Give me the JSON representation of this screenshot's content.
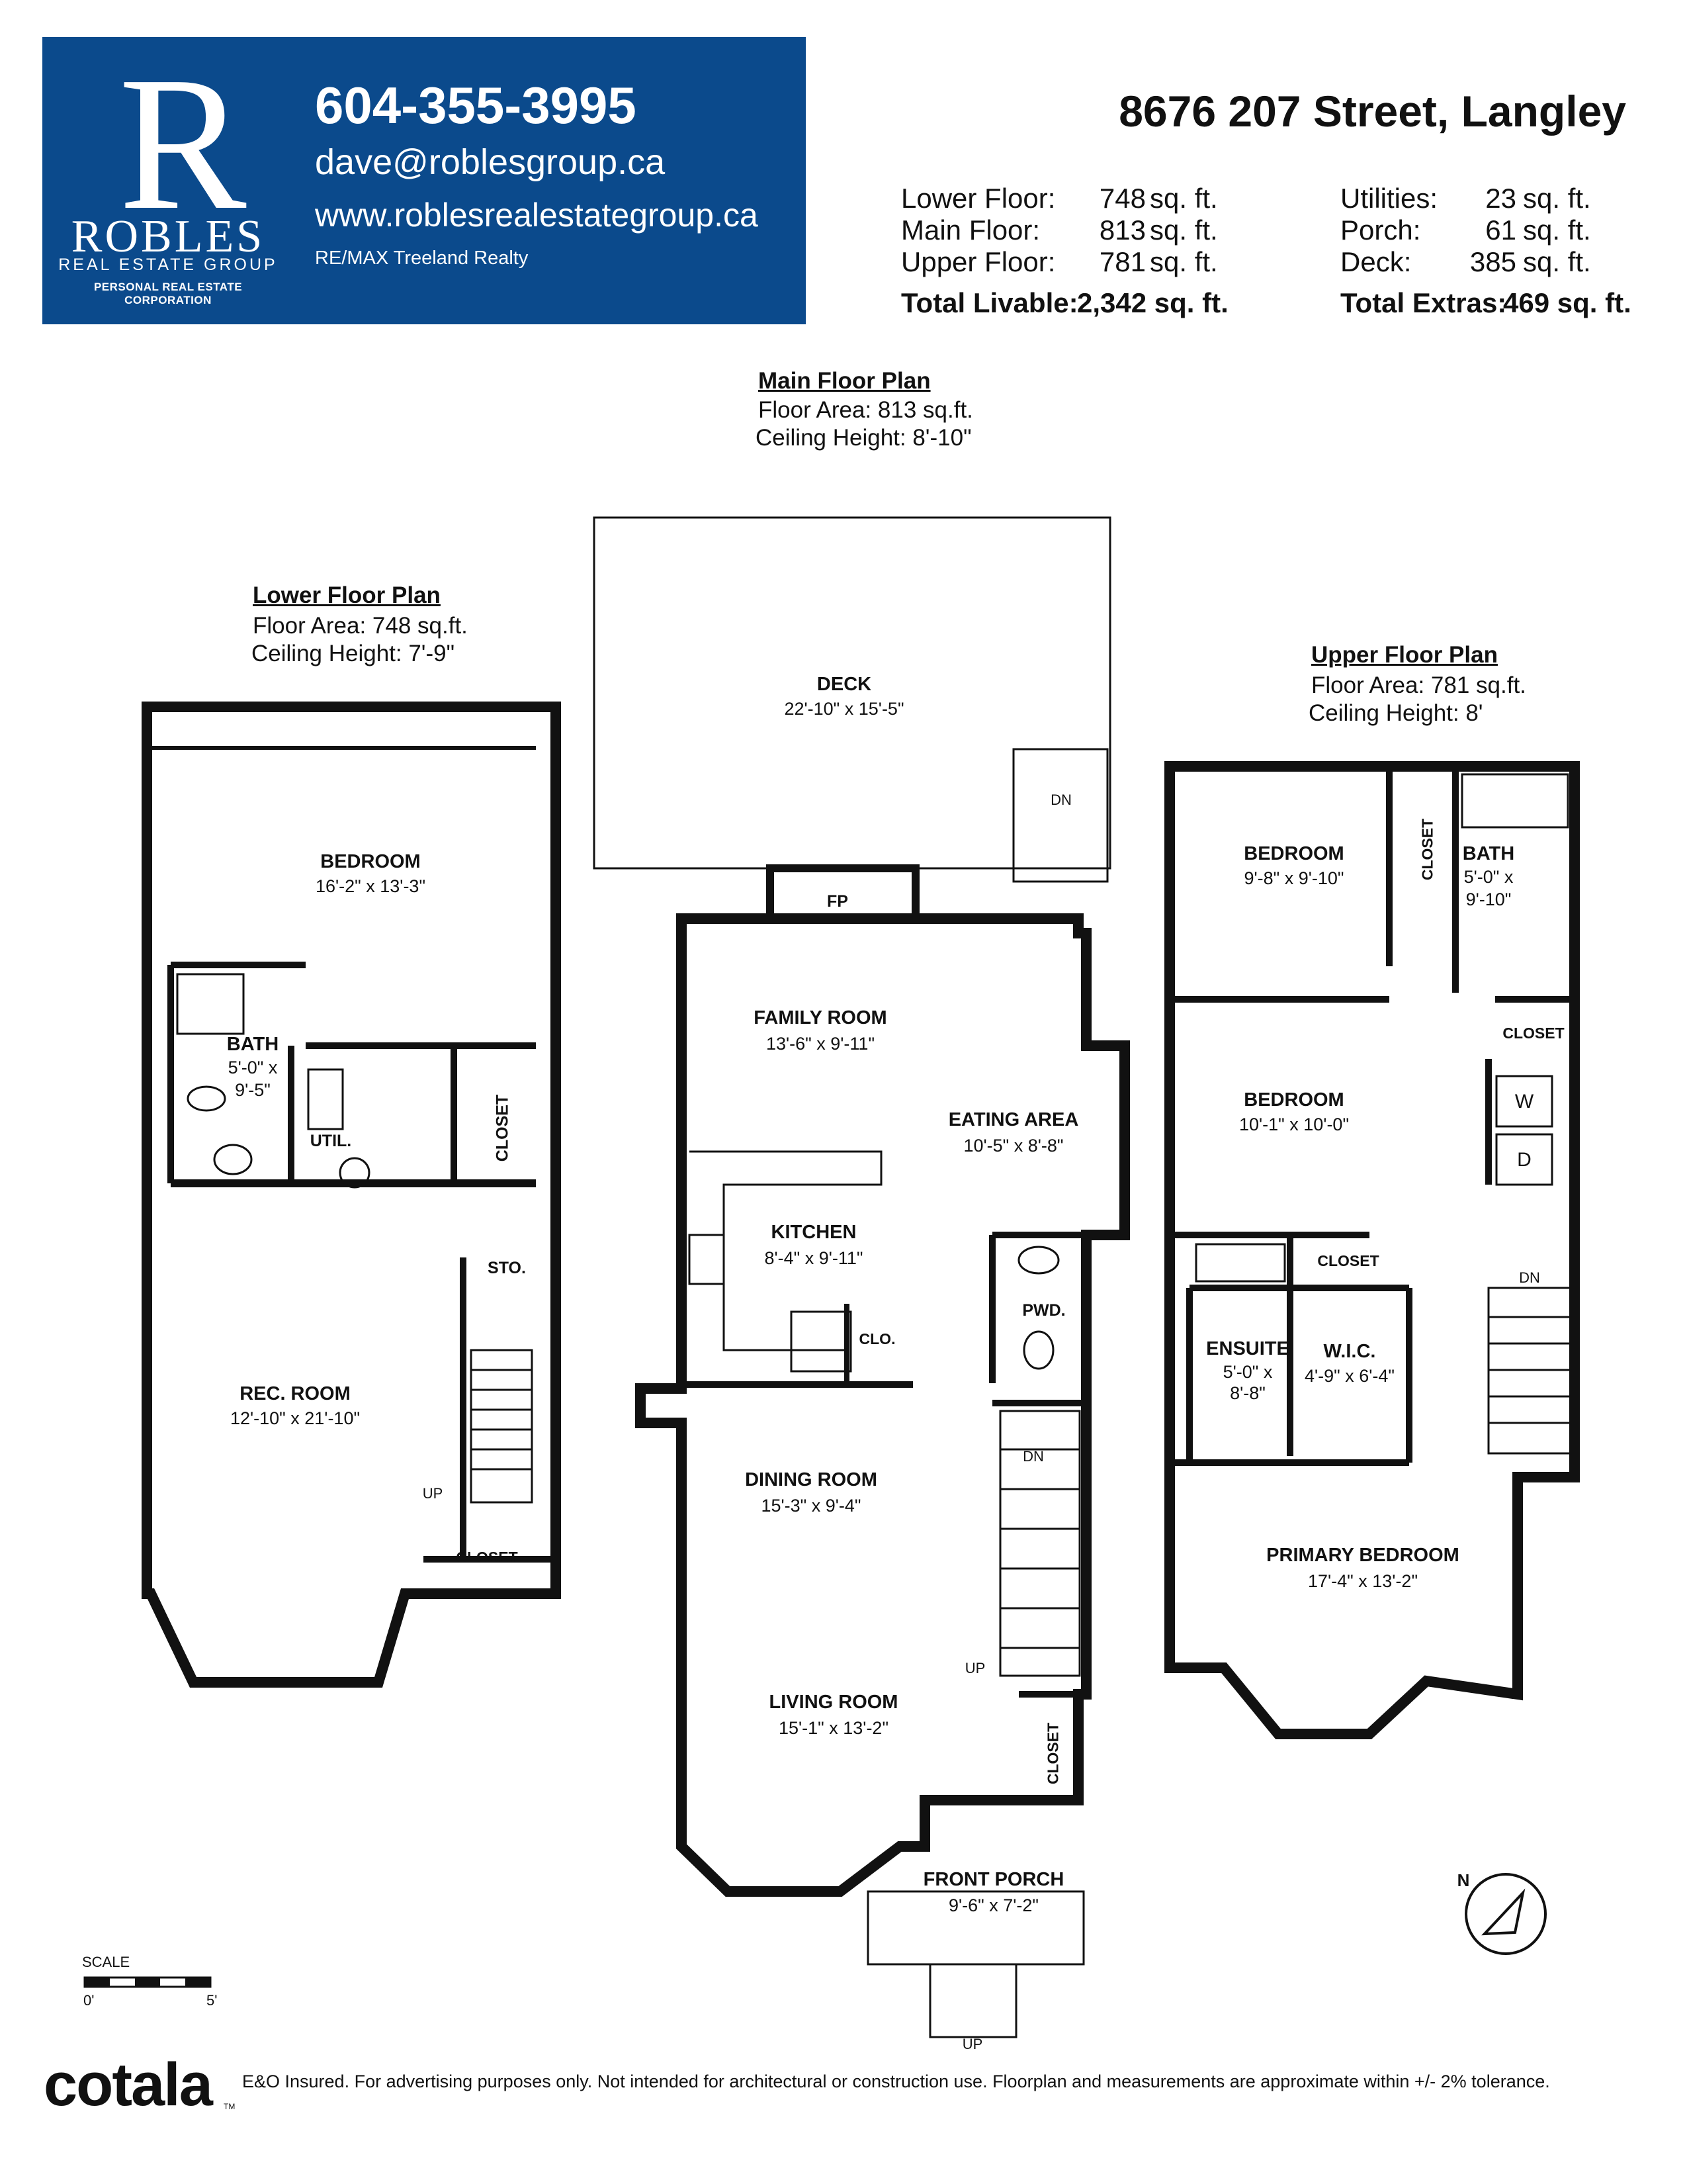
{
  "header": {
    "brand_letter": "R",
    "brand_name": "ROBLES",
    "brand_sub": "REAL ESTATE GROUP",
    "brand_corp": "PERSONAL REAL ESTATE CORPORATION",
    "phone": "604-355-3995",
    "email": "dave@roblesgroup.ca",
    "website": "www.roblesrealestategroup.ca",
    "brokerage": "RE/MAX Treeland Realty",
    "banner_color": "#0b4a8c"
  },
  "address": "8676 207 Street, Langley",
  "areas": {
    "livable": [
      {
        "label": "Lower Floor:",
        "value": "748",
        "unit": "sq. ft."
      },
      {
        "label": "Main Floor:",
        "value": "813",
        "unit": "sq. ft."
      },
      {
        "label": "Upper Floor:",
        "value": "781",
        "unit": "sq. ft."
      }
    ],
    "extras": [
      {
        "label": "Utilities:",
        "value": "23",
        "unit": "sq. ft."
      },
      {
        "label": "Porch:",
        "value": "61",
        "unit": "sq. ft."
      },
      {
        "label": "Deck:",
        "value": "385",
        "unit": "sq. ft."
      }
    ],
    "total_livable_label": "Total Livable:",
    "total_livable_value": "2,342 sq. ft.",
    "total_extras_label": "Total Extras:",
    "total_extras_value": "469 sq. ft."
  },
  "plans": {
    "main": {
      "title": "Main Floor Plan",
      "area": "Floor Area: 813 sq.ft.",
      "ceiling": "Ceiling Height: 8'-10\""
    },
    "lower": {
      "title": "Lower Floor Plan",
      "area": "Floor Area: 748 sq.ft.",
      "ceiling": "Ceiling Height: 7'-9\""
    },
    "upper": {
      "title": "Upper Floor Plan",
      "area": "Floor Area: 781 sq.ft.",
      "ceiling": "Ceiling Height: 8'"
    }
  },
  "rooms": {
    "lower_bedroom": {
      "name": "BEDROOM",
      "dims": "16'-2\" x 13'-3\""
    },
    "lower_bath": {
      "name": "BATH",
      "dims1": "5'-0\" x",
      "dims2": "9'-5\""
    },
    "lower_util": {
      "name": "UTIL."
    },
    "lower_closet1": {
      "name": "CLOSET"
    },
    "lower_sto": {
      "name": "STO."
    },
    "lower_rec": {
      "name": "REC. ROOM",
      "dims": "12'-10\" x 21'-10\""
    },
    "lower_closet2": {
      "name": "CLOSET"
    },
    "lower_up": "UP",
    "deck": {
      "name": "DECK",
      "dims": "22'-10\" x 15'-5\""
    },
    "deck_dn": "DN",
    "fp": "FP",
    "family": {
      "name": "FAMILY ROOM",
      "dims": "13'-6\" x 9'-11\""
    },
    "eating": {
      "name": "EATING AREA",
      "dims": "10'-5\" x 8'-8\""
    },
    "kitchen": {
      "name": "KITCHEN",
      "dims": "8'-4\" x 9'-11\""
    },
    "clo": "CLO.",
    "pwd": "PWD.",
    "dining": {
      "name": "DINING ROOM",
      "dims": "15'-3\" x 9'-4\""
    },
    "main_dn": "DN",
    "main_up": "UP",
    "living": {
      "name": "LIVING ROOM",
      "dims": "15'-1\" x 13'-2\""
    },
    "main_closet": "CLOSET",
    "porch": {
      "name": "FRONT PORCH",
      "dims": "9'-6\" x 7'-2\""
    },
    "porch_up": "UP",
    "upper_bed1": {
      "name": "BEDROOM",
      "dims": "9'-8\" x 9'-10\""
    },
    "upper_closet1": "CLOSET",
    "upper_bath": {
      "name": "BATH",
      "dims1": "5'-0\" x",
      "dims2": "9'-10\""
    },
    "upper_closet2": "CLOSET",
    "washer": "W",
    "dryer": "D",
    "upper_bed2": {
      "name": "BEDROOM",
      "dims": "10'-1\" x 10'-0\""
    },
    "upper_closet3": "CLOSET",
    "ensuite": {
      "name": "ENSUITE",
      "dims1": "5'-0\" x",
      "dims2": "8'-8\""
    },
    "wic": {
      "name": "W.I.C.",
      "dims": "4'-9\" x 6'-4\""
    },
    "upper_dn": "DN",
    "primary": {
      "name": "PRIMARY BEDROOM",
      "dims": "17'-4\" x 13'-2\""
    }
  },
  "scale": {
    "label": "SCALE",
    "start": "0'",
    "end": "5'"
  },
  "compass": "N",
  "footer": {
    "logo": "cotala",
    "tm": "TM",
    "disclaimer": "E&O Insured. For advertising purposes only. Not intended for architectural or construction use. Floorplan and measurements are approximate within +/- 2% tolerance."
  }
}
